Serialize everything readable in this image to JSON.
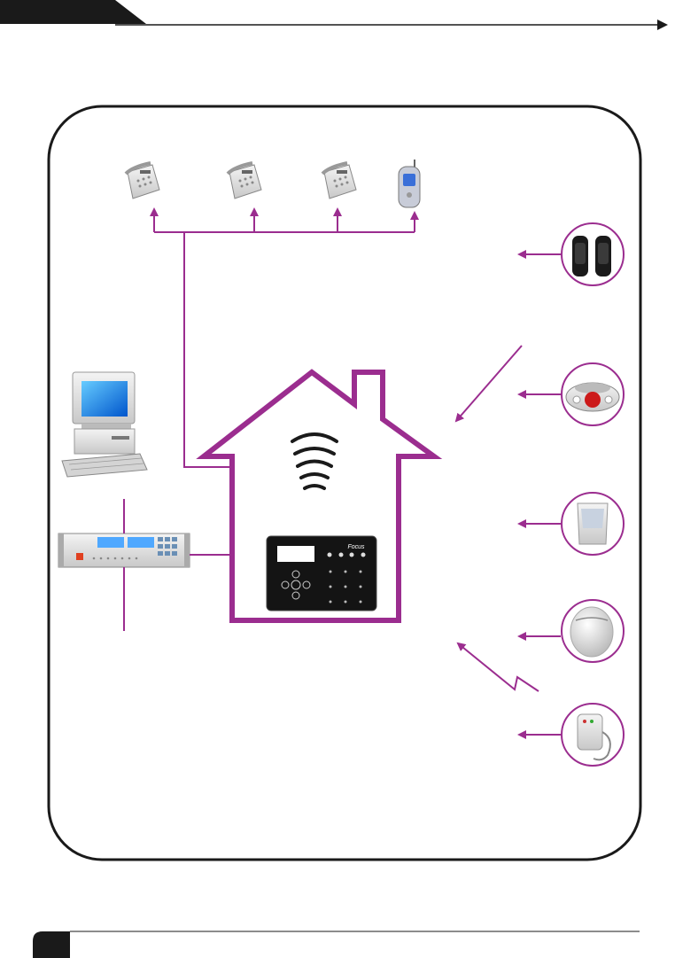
{
  "colors": {
    "accent": "#9b2d8f",
    "frame": "#1a1a1a",
    "tab": "#1a1a1a"
  },
  "panel": {
    "brand": "Focus"
  },
  "devices": {
    "phones": [
      "desk-phone",
      "desk-phone",
      "desk-phone",
      "mobile-phone"
    ],
    "sensors": [
      "beam-detector-icon",
      "siren-strobe-icon",
      "pir-motion-detector-icon",
      "smoke-detector-icon",
      "gas-detector-icon"
    ],
    "left": [
      "computer-icon",
      "receiving-center-icon"
    ]
  }
}
